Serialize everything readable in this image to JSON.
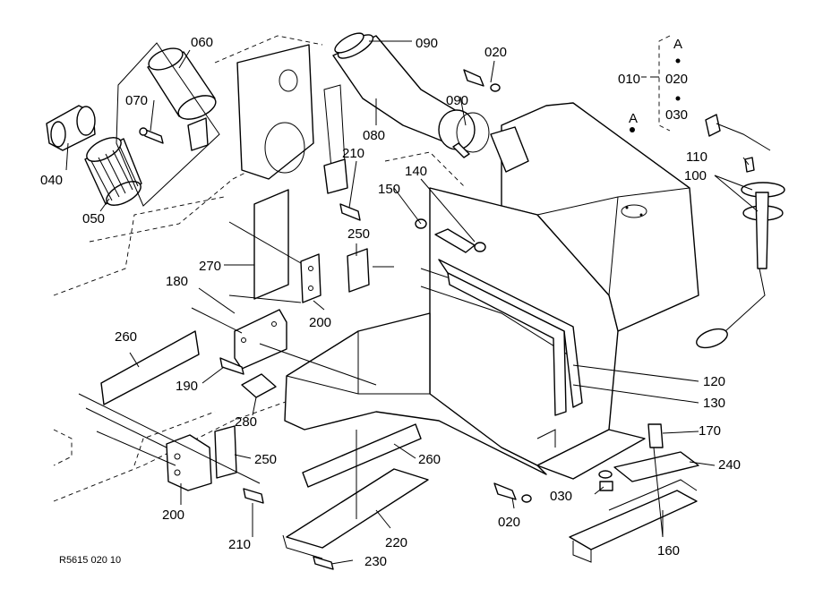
{
  "diagram": {
    "reference_code": "R5615 020 10",
    "callouts": {
      "p010": "010",
      "p020_top": "020",
      "p020_bottom": "020",
      "p030_bottom": "030",
      "p040": "040",
      "p050": "050",
      "p060": "060",
      "p070": "070",
      "p080": "080",
      "p090_top": "090",
      "p090_mid": "090",
      "p100": "100",
      "p110": "110",
      "p120": "120",
      "p130": "130",
      "p140": "140",
      "p150": "150",
      "p160": "160",
      "p170": "170",
      "p180": "180",
      "p190": "190",
      "p200_upper": "200",
      "p200_lower": "200",
      "p210_upper": "210",
      "p210_lower": "210",
      "p220": "220",
      "p230": "230",
      "p240": "240",
      "p250_upper": "250",
      "p250_lower": "250",
      "p260_left": "260",
      "p260_mid": "260",
      "p270": "270",
      "p280": "280"
    },
    "kit_box": {
      "marker": "A",
      "items": [
        "020",
        "030"
      ]
    },
    "tank_marker": "A"
  }
}
